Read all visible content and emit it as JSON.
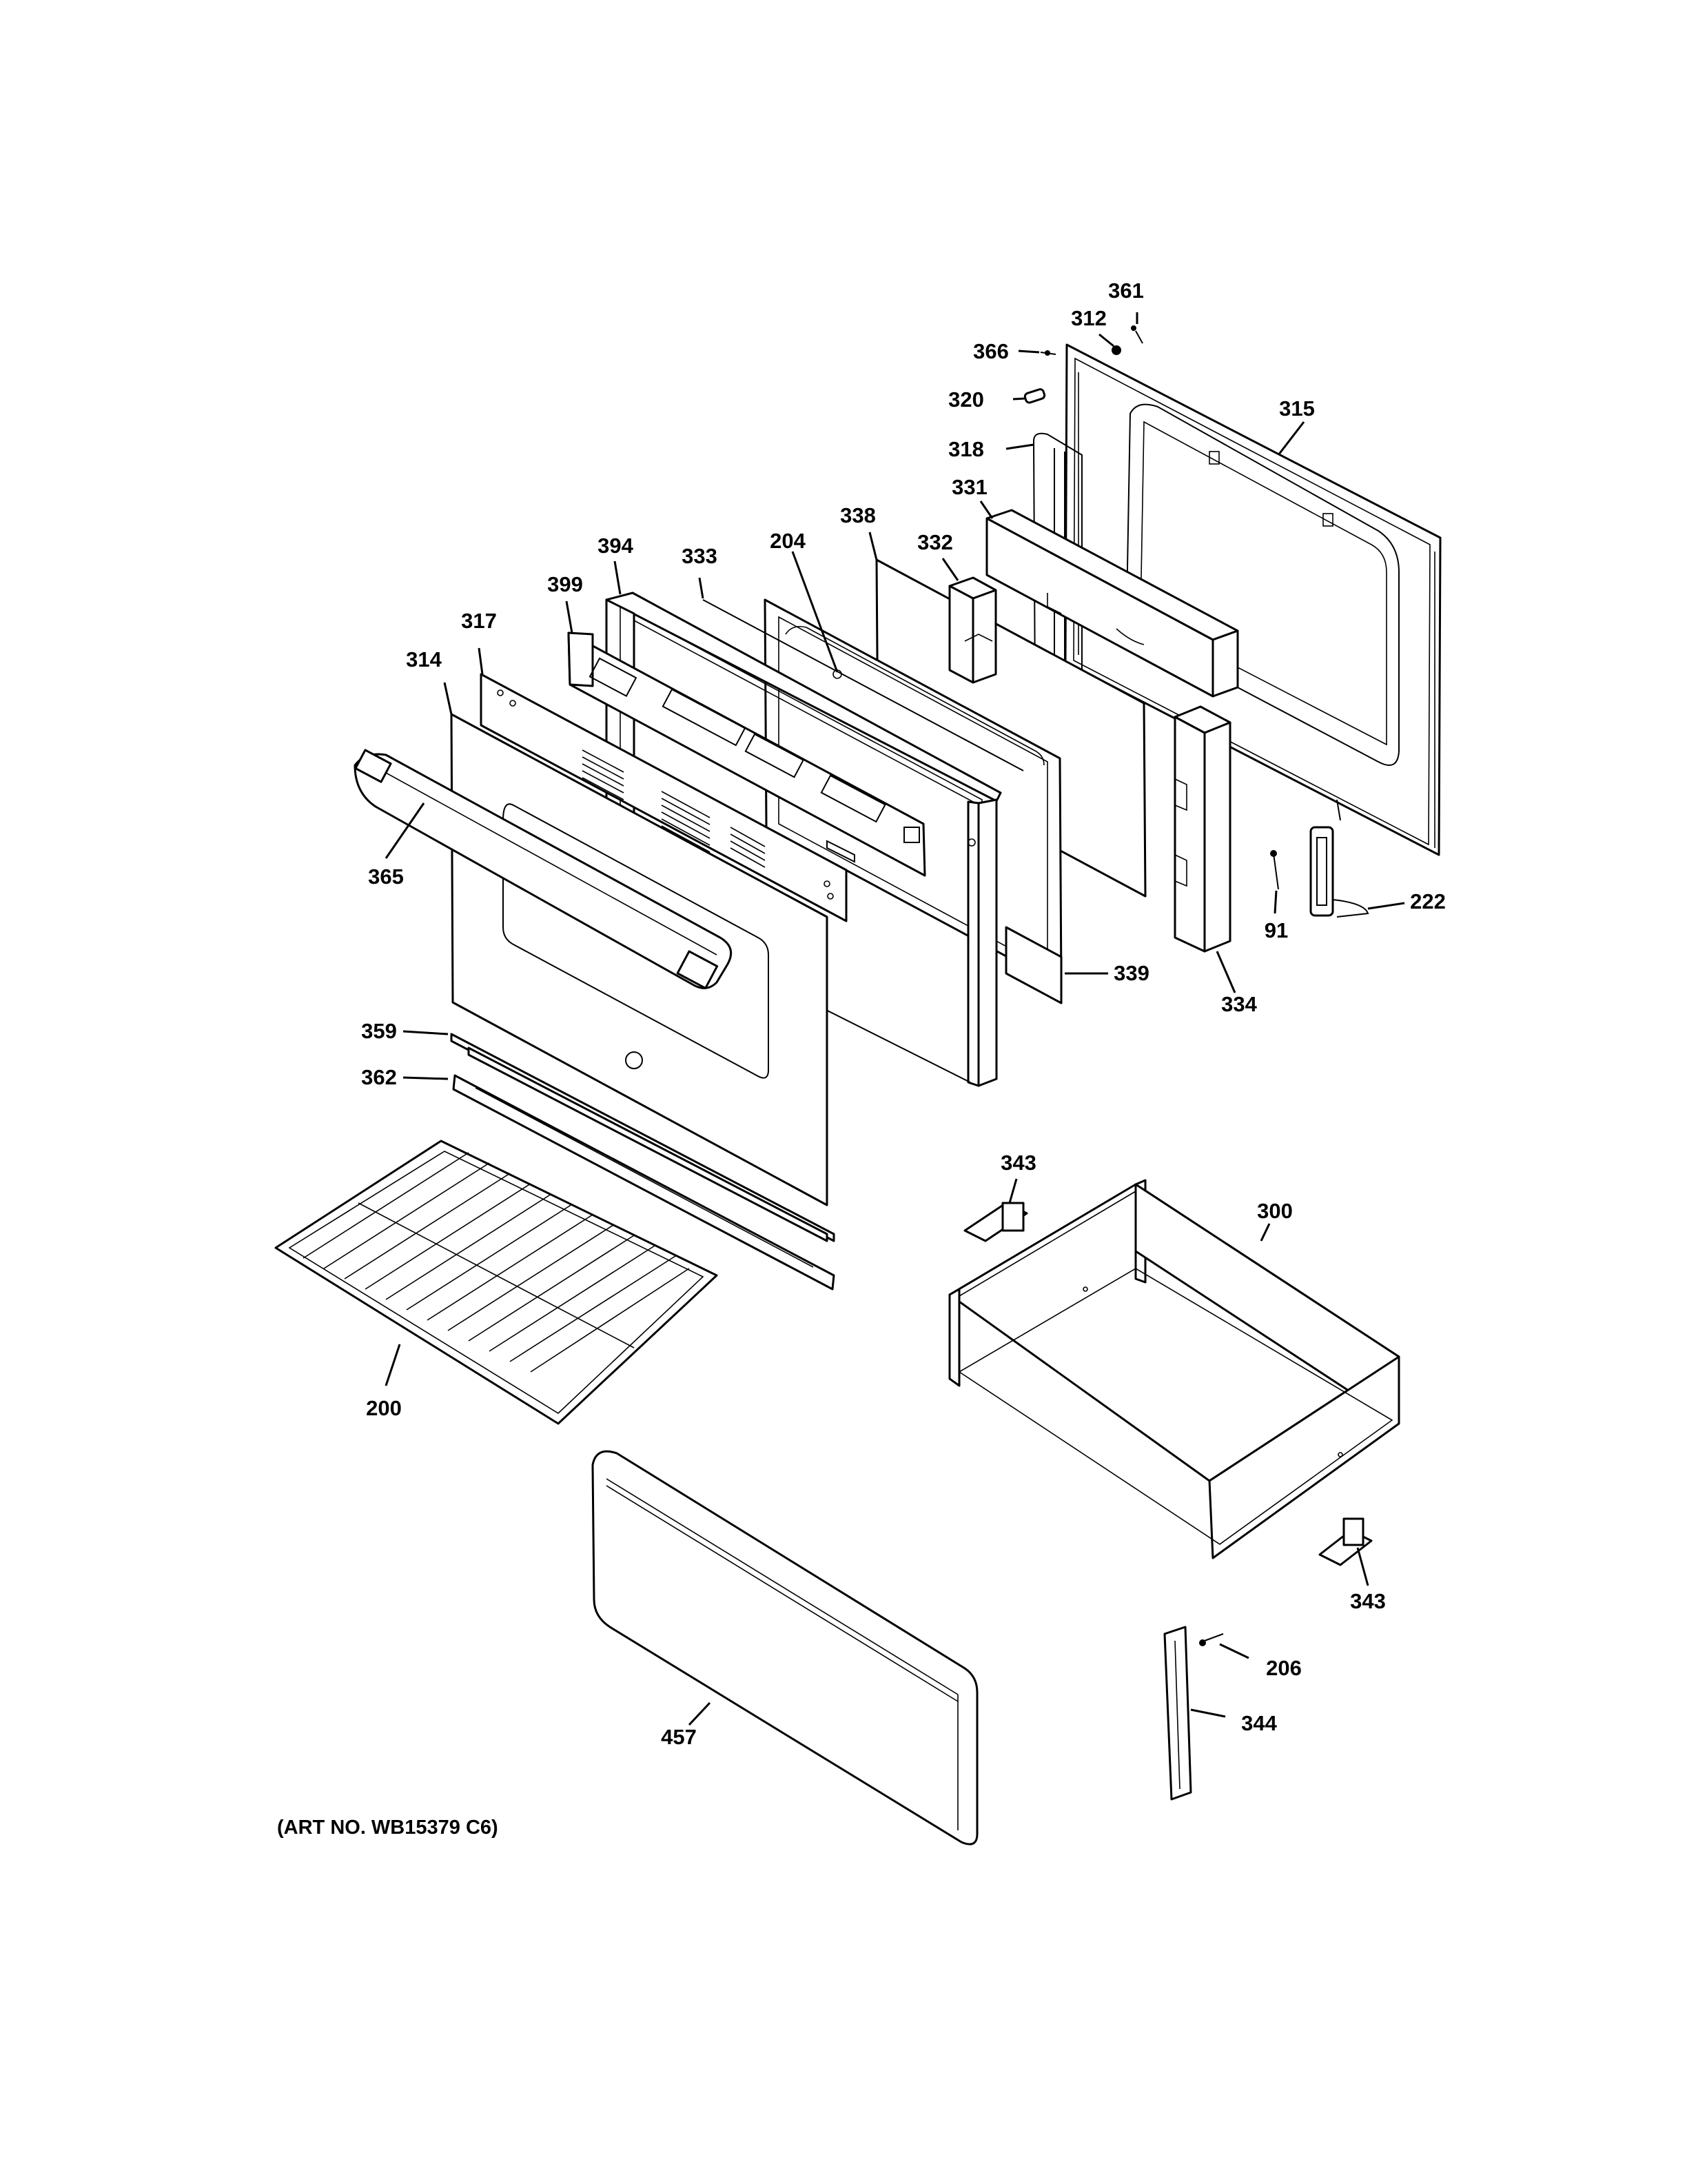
{
  "callouts": [
    {
      "id": "c361",
      "text": "361"
    },
    {
      "id": "c312",
      "text": "312"
    },
    {
      "id": "c366",
      "text": "366"
    },
    {
      "id": "c320",
      "text": "320"
    },
    {
      "id": "c315",
      "text": "315"
    },
    {
      "id": "c318",
      "text": "318"
    },
    {
      "id": "c331",
      "text": "331"
    },
    {
      "id": "c338",
      "text": "338"
    },
    {
      "id": "c332",
      "text": "332"
    },
    {
      "id": "c394",
      "text": "394"
    },
    {
      "id": "c333",
      "text": "333"
    },
    {
      "id": "c204",
      "text": "204"
    },
    {
      "id": "c399",
      "text": "399"
    },
    {
      "id": "c317",
      "text": "317"
    },
    {
      "id": "c314",
      "text": "314"
    },
    {
      "id": "c365",
      "text": "365"
    },
    {
      "id": "c91",
      "text": "91"
    },
    {
      "id": "c222",
      "text": "222"
    },
    {
      "id": "c339",
      "text": "339"
    },
    {
      "id": "c334",
      "text": "334"
    },
    {
      "id": "c359",
      "text": "359"
    },
    {
      "id": "c362",
      "text": "362"
    },
    {
      "id": "c343a",
      "text": "343"
    },
    {
      "id": "c300",
      "text": "300"
    },
    {
      "id": "c200",
      "text": "200"
    },
    {
      "id": "c343b",
      "text": "343"
    },
    {
      "id": "c206",
      "text": "206"
    },
    {
      "id": "c344",
      "text": "344"
    },
    {
      "id": "c457",
      "text": "457"
    }
  ],
  "art_number": "(ART NO. WB15379 C6)"
}
